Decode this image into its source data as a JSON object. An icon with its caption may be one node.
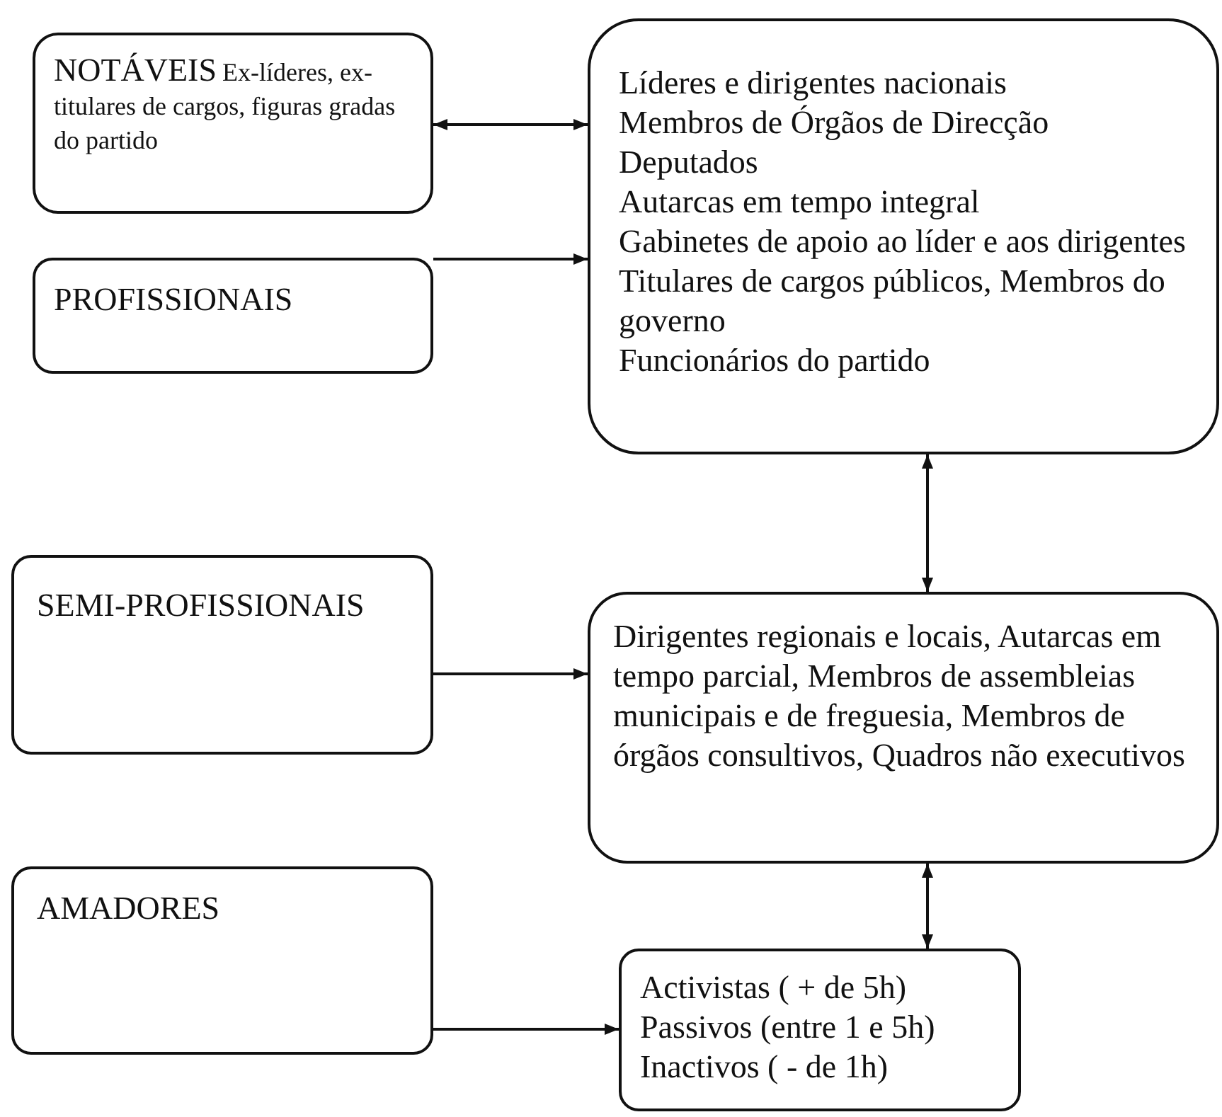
{
  "diagram": {
    "nodes": [
      {
        "text": [
          "NOTÁVEIS",
          "Ex-líderes, ex-titulares de cargos, figuras gradas do partido"
        ]
      },
      {
        "text": [
          "PROFISSIONAIS"
        ]
      },
      {
        "text": [
          "Líderes e dirigentes nacionais",
          "Membros de Órgãos de Direcção",
          "Deputados",
          "Autarcas em tempo integral",
          "Gabinetes de apoio ao líder e aos dirigentes",
          "Titulares de cargos públicos, Membros do governo",
          "Funcionários do partido"
        ]
      },
      {
        "text": [
          "SEMI-PROFISSIONAIS"
        ]
      },
      {
        "text": [
          "Dirigentes regionais e locais, Autarcas em tempo parcial, Membros de assembleias municipais e de freguesia, Membros de órgãos consultivos, Quadros não executivos"
        ]
      },
      {
        "text": [
          "AMADORES"
        ]
      },
      {
        "text": [
          "Activistas ( + de 5h)",
          "Passivos (entre 1 e 5h)",
          "Inactivos ( - de 1h)"
        ]
      }
    ],
    "edges": [
      {
        "from": 0,
        "to": 2,
        "arrow": "both"
      },
      {
        "from": 1,
        "to": 2,
        "arrow": "to"
      },
      {
        "from": 2,
        "to": 4,
        "arrow": "both"
      },
      {
        "from": 3,
        "to": 4,
        "arrow": "to"
      },
      {
        "from": 4,
        "to": 6,
        "arrow": "both"
      },
      {
        "from": 5,
        "to": 6,
        "arrow": "to"
      }
    ]
  }
}
